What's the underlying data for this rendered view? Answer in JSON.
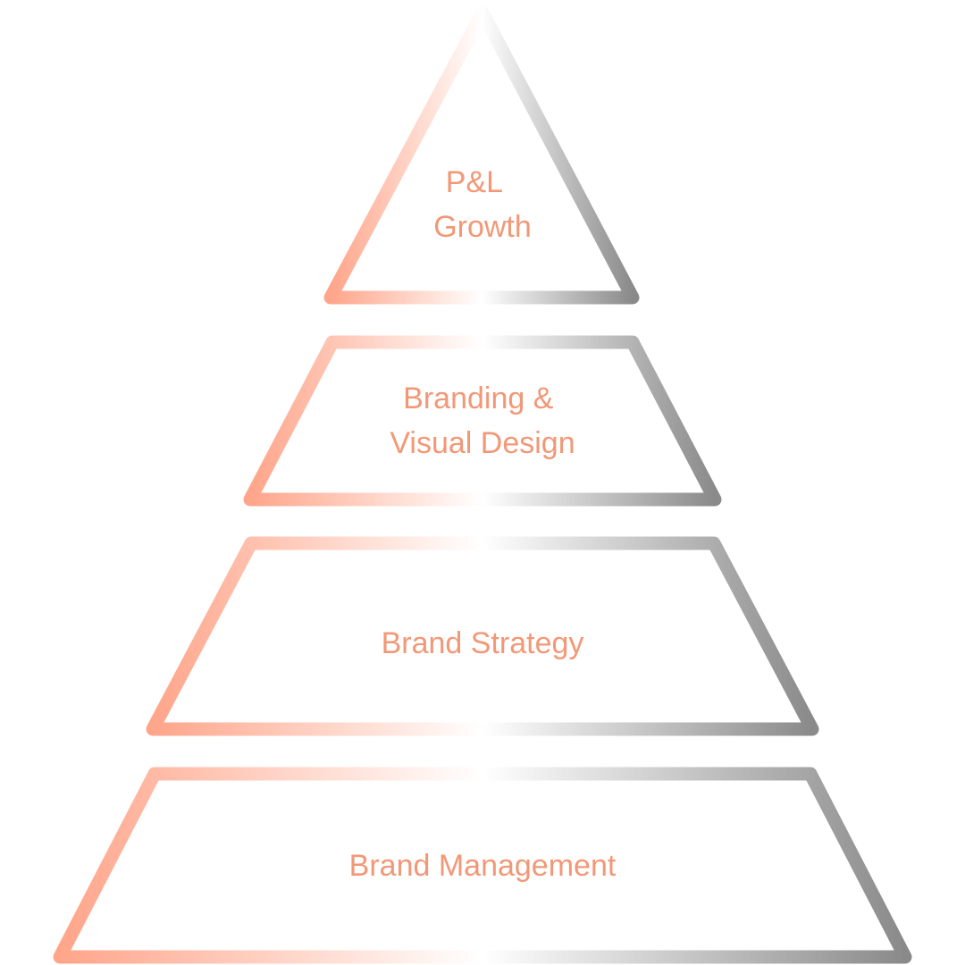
{
  "colors": {
    "label": "#f29877",
    "gradient_start": "#ffa58a",
    "gradient_mid": "#ffffff",
    "gradient_end": "#8a8a8a"
  },
  "pyramid": {
    "tiers": [
      {
        "lines": [
          "P&L",
          "Growth"
        ]
      },
      {
        "lines": [
          "Branding &",
          "Visual Design"
        ]
      },
      {
        "lines": [
          "Brand Strategy"
        ]
      },
      {
        "lines": [
          "Brand Management"
        ]
      }
    ]
  }
}
